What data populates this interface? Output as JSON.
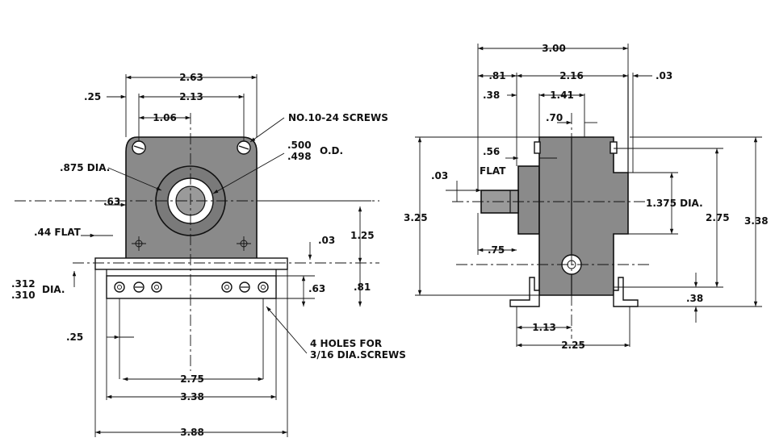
{
  "front_view": {
    "width_overall": "2.63",
    "hole_spacing_top": "2.13",
    "hole_offset": "1.06",
    "edge_offset": ".25",
    "screws_note": "NO.10-24 SCREWS",
    "hub_dia": ".875 DIA.",
    "shaft_od_max": ".500",
    "shaft_od_min": ".498",
    "shaft_od_label": "O.D.",
    "shaft_center_offset": ".63",
    "flat_label": ".44 FLAT",
    "base_thickness": ".03",
    "shaft_height": "1.25",
    "pin_dia_max": ".312",
    "pin_dia_min": ".310",
    "pin_dia_label": "DIA.",
    "base_height": ".63",
    "center_height": ".81",
    "slot_offset": ".25",
    "mount_holes_note_1": "4 HOLES FOR",
    "mount_holes_note_2": "3/16 DIA.SCREWS",
    "mount_spacing": "2.75",
    "base_width": "3.38",
    "overall_width": "3.88"
  },
  "side_view": {
    "overall_length": "3.00",
    "front_offset": ".81",
    "body_length": "2.16",
    "rear_gap": ".03",
    "flange_offset": ".38",
    "hub_length": "1.41",
    "center_offset": ".70",
    "flat_length_label": ".56",
    "flat_word": "FLAT",
    "shaft_gap": ".03",
    "flange_dia": "1.375 DIA.",
    "shaft_extension": ".75",
    "overall_height": "3.25",
    "body_height": "2.75",
    "total_height": "3.38",
    "foot_height": ".38",
    "foot_offset": "1.13",
    "foot_spacing": "2.25"
  }
}
